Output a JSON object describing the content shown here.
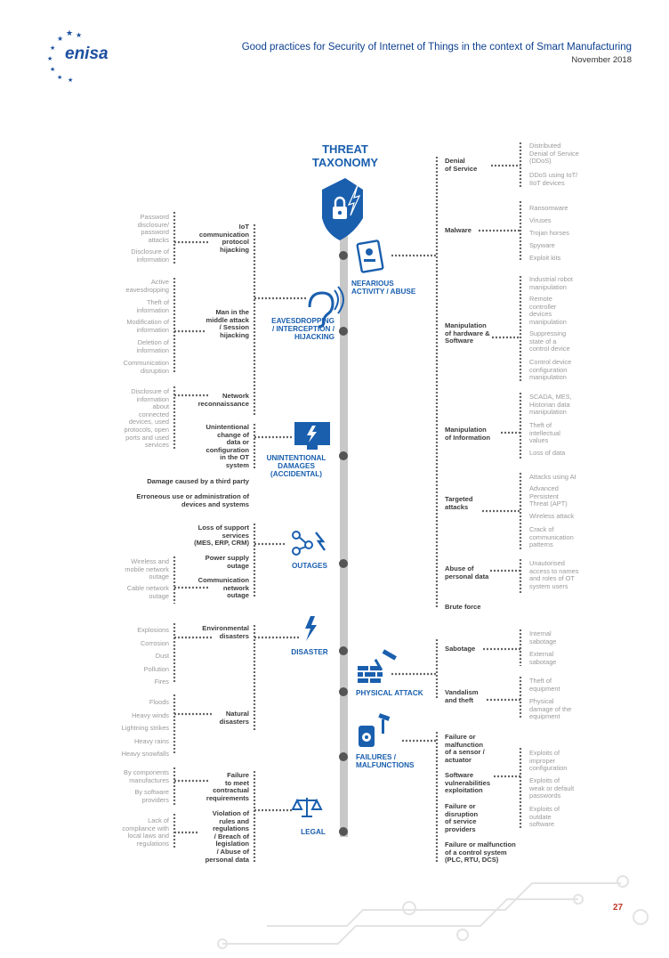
{
  "header": {
    "logo": "enisa",
    "title": "Good practices for Security of Internet of Things in the context of Smart Manufacturing",
    "date": "November 2018"
  },
  "taxonomy_title": [
    "THREAT",
    "TAXONOMY"
  ],
  "categories": {
    "nefarious": [
      "NEFARIOUS",
      "ACTIVITY / ABUSE"
    ],
    "eavesdropping": [
      "EAVESDROPPING",
      "/ INTERCEPTION /",
      "HIJACKING"
    ],
    "unintentional": [
      "UNINTENTIONAL",
      "DAMAGES",
      "(ACCIDENTAL)"
    ],
    "outages": "OUTAGES",
    "disaster": "DISASTER",
    "physical": "PHYSICAL ATTACK",
    "failures": [
      "FAILURES /",
      "MALFUNCTIONS"
    ],
    "legal": "LEGAL"
  },
  "left": {
    "iot_hijack": {
      "label": [
        "IoT",
        "communication",
        "protocol",
        "hijacking"
      ],
      "items": [
        [
          "Password",
          "disclosure/",
          "password",
          "attacks"
        ],
        [
          "Disclosure of",
          "information"
        ]
      ]
    },
    "mitm": {
      "label": [
        "Man in the",
        "middle attack",
        "/ Session",
        "hijacking"
      ],
      "items": [
        [
          "Active",
          "eavesdropping"
        ],
        [
          "Theft of",
          "information"
        ],
        [
          "Modification of",
          "information"
        ],
        [
          "Deletion of",
          "information"
        ],
        [
          "Communication",
          "disruption"
        ]
      ]
    },
    "recon": {
      "label": [
        "Network",
        "reconnaissance"
      ],
      "items": [
        [
          "Disclosure of",
          "information",
          "about",
          "connected",
          "devices, used",
          "protocols, open",
          "ports and used",
          "services"
        ]
      ]
    },
    "unint_change": [
      "Unintentional",
      "change of",
      "data or",
      "configuration",
      "in the OT",
      "system"
    ],
    "third_party": "Damage caused by a third party",
    "erroneous": [
      "Erroneous use or administration of",
      "devices and systems"
    ],
    "loss_support": [
      "Loss of support",
      "services",
      "(MES, ERP, CRM)"
    ],
    "power": [
      "Power supply",
      "outage"
    ],
    "comm_outage": [
      "Communication",
      "network",
      "outage"
    ],
    "outage_items": [
      [
        "Wireless and",
        "mobile network",
        "outage"
      ],
      [
        "Cable network",
        "outage"
      ]
    ],
    "env": [
      "Environmental",
      "disasters"
    ],
    "env_items": [
      "Explosions",
      "Corrosion",
      "Dust",
      "Pollution",
      "Fires"
    ],
    "natural": [
      "Natural",
      "disasters"
    ],
    "natural_items": [
      "Floods",
      "Heavy winds",
      "Lightning strikes",
      "Heavy rains",
      "Heavy snowfalls"
    ],
    "contract": [
      "Failure",
      "to meet",
      "contractual",
      "requirements"
    ],
    "contract_items": [
      [
        "By components",
        "manufactures"
      ],
      [
        "By software",
        "providers"
      ]
    ],
    "violation": [
      "Violation of",
      "rules and",
      "regulations",
      "/ Breach of",
      "legislation",
      "/ Abuse of",
      "personal data"
    ],
    "violation_items": [
      [
        "Lack of",
        "compliance with",
        "local laws and",
        "regulations"
      ]
    ]
  },
  "right": {
    "dos": {
      "label": [
        "Denial",
        "of Service"
      ],
      "items": [
        [
          "Distributed",
          "Denial of Service",
          "(DDoS)"
        ],
        [
          "DDoS using IoT/",
          "IIoT devices"
        ]
      ]
    },
    "malware": {
      "label": [
        "Malware"
      ],
      "items": [
        [
          "Ransomware"
        ],
        [
          "Viruses"
        ],
        [
          "Trojan horses"
        ],
        [
          "Spyware"
        ],
        [
          "Exploit kits"
        ]
      ]
    },
    "manip_hw": {
      "label": [
        "Manipulation",
        "of hardware &",
        "Software"
      ],
      "items": [
        [
          "Industrial robot",
          "manipulation"
        ],
        [
          "Remote",
          "controller",
          "devices",
          "manipulation"
        ],
        [
          "Suppressing",
          "state of a",
          "control device"
        ],
        [
          "Control device",
          "configuration",
          "manipulation"
        ]
      ]
    },
    "manip_info": {
      "label": [
        "Manipulation",
        "of Information"
      ],
      "items": [
        [
          "SCADA, MES,",
          "Historian data",
          "manipulation"
        ],
        [
          "Theft of",
          "intellectual",
          "values"
        ],
        [
          "Loss of data"
        ]
      ]
    },
    "targeted": {
      "label": [
        "Targeted",
        "attacks"
      ],
      "items": [
        [
          "Attacks using AI"
        ],
        [
          "Advanced",
          "Persistent",
          "Threat (APT)"
        ],
        [
          "Wireless attack"
        ],
        [
          "Crack of",
          "communication",
          "patterns"
        ]
      ]
    },
    "abuse_pd": {
      "label": [
        "Abuse of",
        "personal data"
      ],
      "items": [
        [
          "Unautorised",
          "access to names",
          "and roles of OT",
          "system users"
        ]
      ]
    },
    "brute": "Brute force",
    "sabotage": {
      "label": [
        "Sabotage"
      ],
      "items": [
        [
          "Internal",
          "sabotage"
        ],
        [
          "External",
          "sabotage"
        ]
      ]
    },
    "vandalism": {
      "label": [
        "Vandalism",
        "and theft"
      ],
      "items": [
        [
          "Theft of",
          "equipment"
        ],
        [
          "Physical",
          "damage of the",
          "equipment"
        ]
      ]
    },
    "sensor": [
      "Failure or",
      "malfunction",
      "of a sensor /",
      "actuator"
    ],
    "sw_vuln": [
      "Software",
      "vulnerabilities",
      "exploitation"
    ],
    "sw_items": [
      [
        "Exploits of",
        "improper",
        "configuration"
      ],
      [
        "Exploits of",
        "weak or default",
        "passwords"
      ],
      [
        "Exploits of",
        "outdate",
        "software"
      ]
    ],
    "svc_prov": [
      "Failure or",
      "disruption",
      "of service",
      "providers"
    ],
    "ctrl_sys": [
      "Failure or malfunction",
      "of a control system",
      "(PLC, RTU, DCS)"
    ]
  },
  "page_number": "27",
  "colors": {
    "brand": "#1a5fae",
    "spine": "#c8c8c8",
    "dots": "#555555",
    "gray_text": "#9a9a9a",
    "page_num": "#c0392b"
  }
}
